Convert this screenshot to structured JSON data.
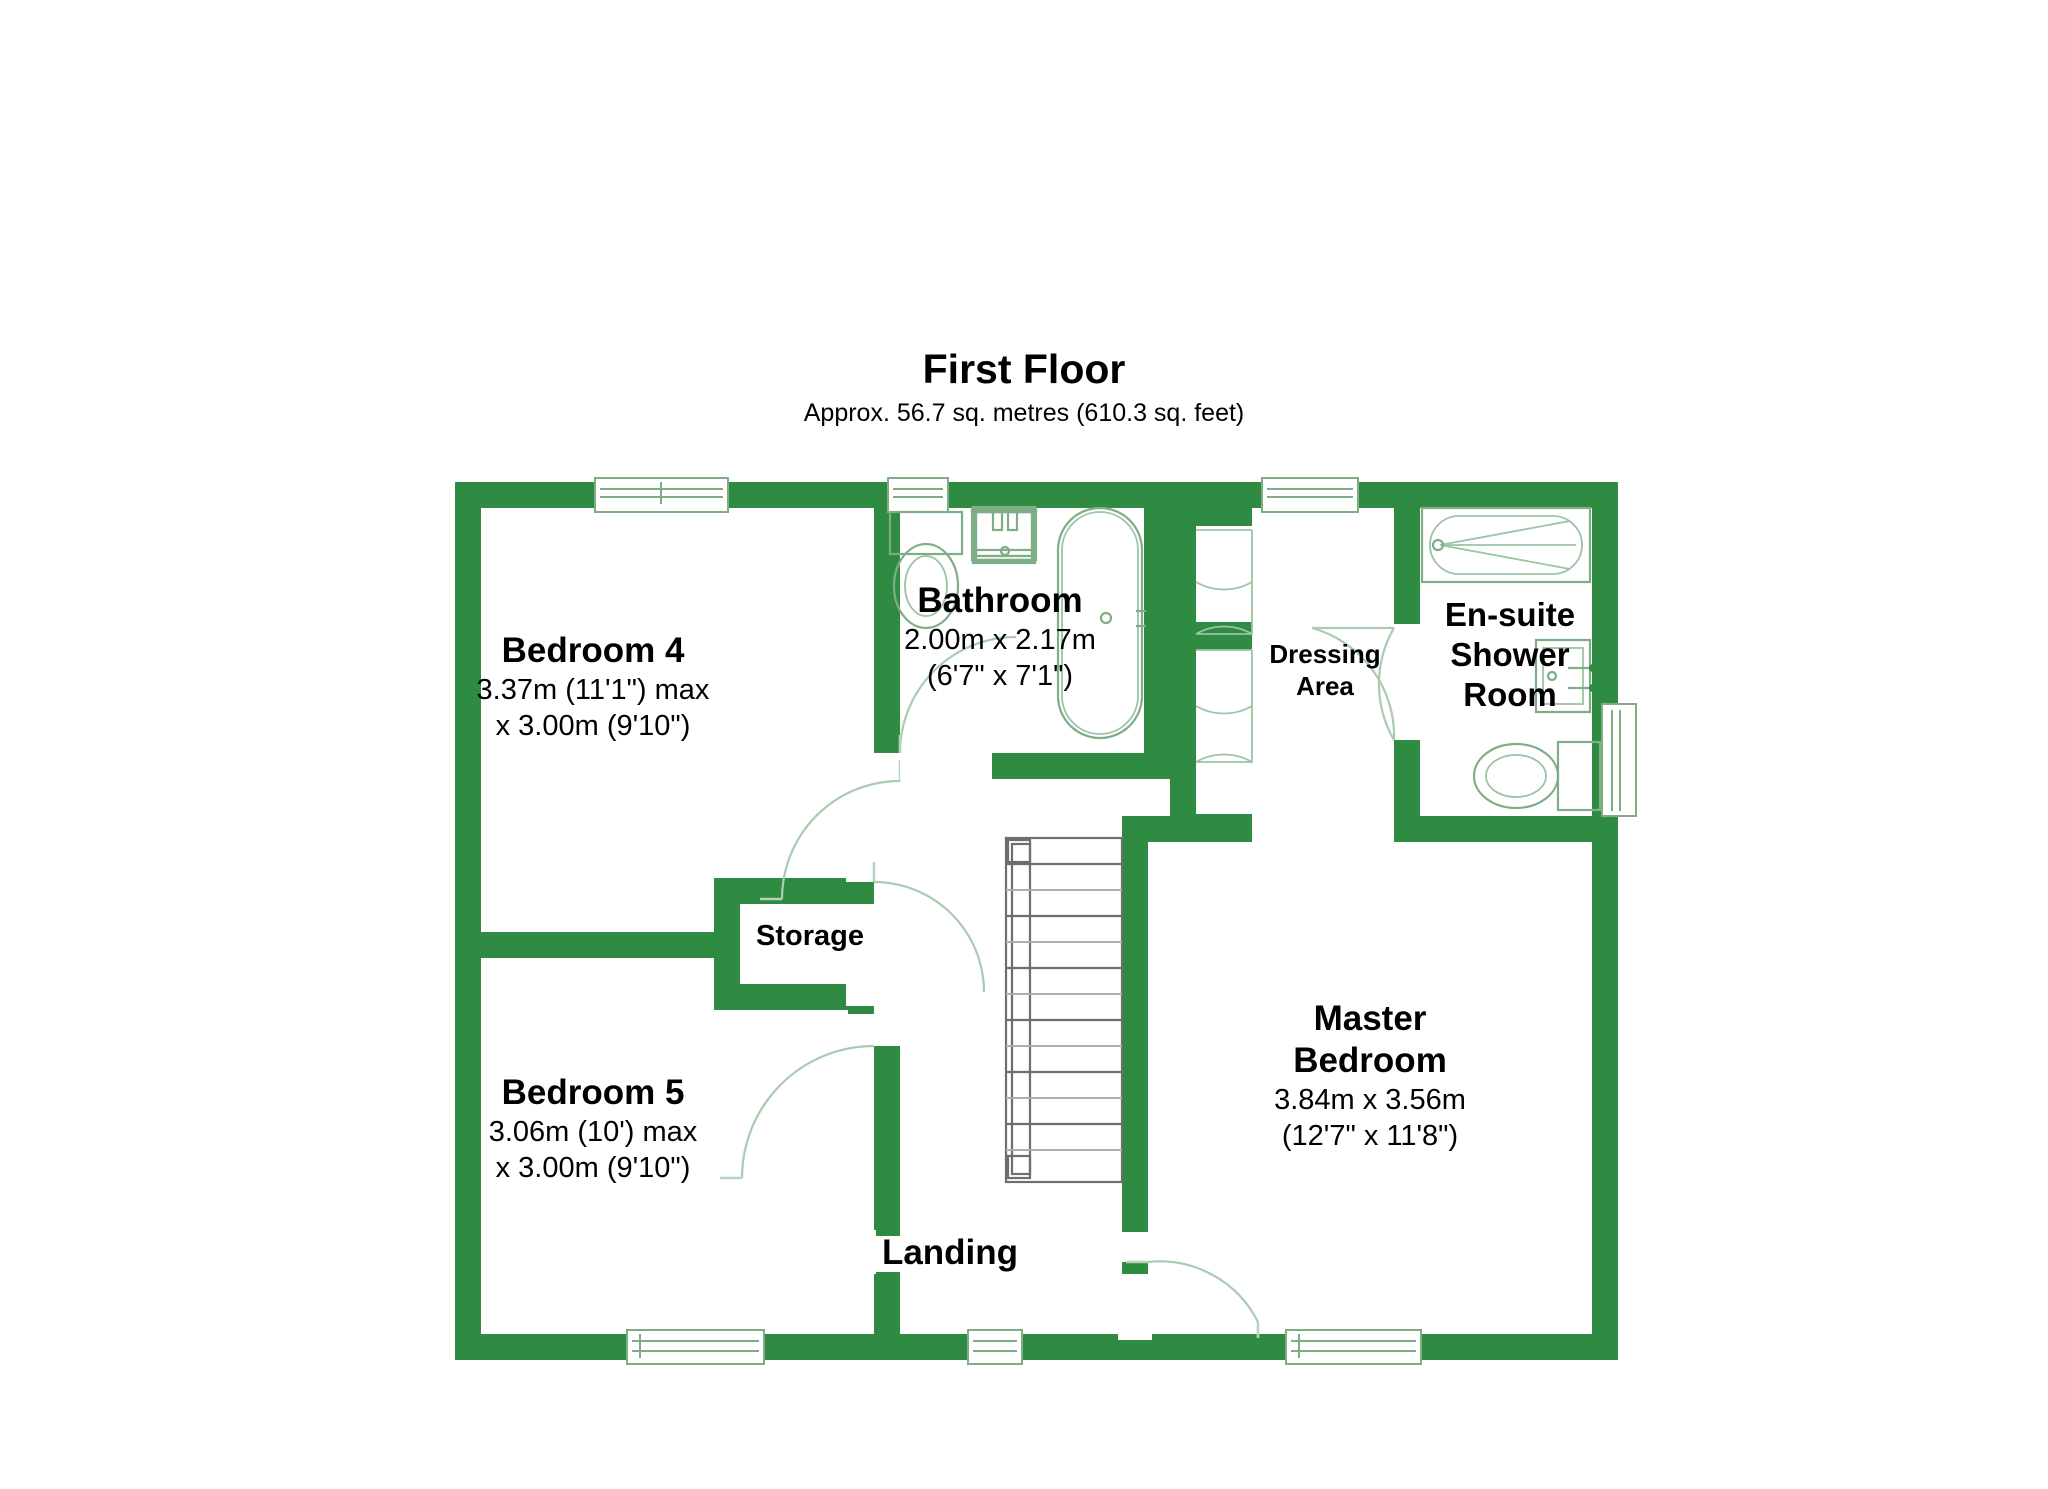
{
  "header": {
    "title": "First Floor",
    "subtitle": "Approx. 56.7 sq. metres (610.3 sq. feet)"
  },
  "colors": {
    "wall": "#2E8B41",
    "fixture_stroke": "#7FAE86",
    "door_arc": "#9CC3A3",
    "text": "#000000",
    "background": "#FFFFFF"
  },
  "rooms": [
    {
      "name": "Bedroom 4",
      "dim_line1": "3.37m (11'1\") max",
      "dim_line2": "x 3.00m (9'10\")"
    },
    {
      "name": "Bathroom",
      "dim_line1": "2.00m x 2.17m",
      "dim_line2": "(6'7\" x 7'1\")"
    },
    {
      "name": "Dressing",
      "dim_line1": "Area",
      "dim_line2": ""
    },
    {
      "name": "En-suite",
      "dim_line1": "Shower",
      "dim_line2": "Room"
    },
    {
      "name": "Storage",
      "dim_line1": "",
      "dim_line2": ""
    },
    {
      "name": "Bedroom 5",
      "dim_line1": "3.06m (10') max",
      "dim_line2": "x 3.00m (9'10\")"
    },
    {
      "name": "Master",
      "dim_line1": "Bedroom",
      "dim_line2": "3.84m x 3.56m",
      "dim_line3": "(12'7\" x 11'8\")"
    },
    {
      "name": "Landing",
      "dim_line1": "",
      "dim_line2": ""
    }
  ],
  "fixtures": [
    "toilet-bathroom",
    "basin-bathroom",
    "bathtub-bathroom",
    "shower-tray-ensuite",
    "basin-ensuite",
    "toilet-ensuite",
    "staircase-landing"
  ],
  "openings": {
    "windows": 7,
    "doors": 8
  }
}
